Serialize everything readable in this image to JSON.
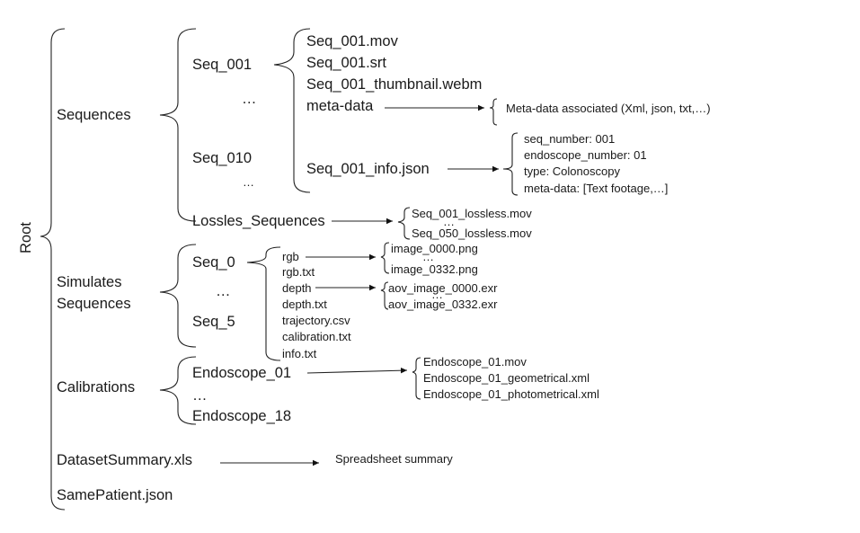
{
  "root": {
    "label": "Root",
    "sequences": {
      "label": "Sequences",
      "seq_001": {
        "label": "Seq_001",
        "files": [
          "Seq_001.mov",
          "Seq_001.srt",
          "Seq_001_thumbnail.webm",
          "meta-data",
          "Seq_001_info.json"
        ],
        "meta_data_desc": "Meta-data associated (Xml, json, txt,…)",
        "info_fields": [
          "seq_number:  001",
          "endoscope_number:  01",
          "type:  Colonoscopy",
          "meta-data: [Text footage,…]"
        ]
      },
      "ellipsis_1": "…",
      "seq_010": "Seq_010",
      "ellipsis_2": "…",
      "lossless": {
        "label": "Lossles_Sequences",
        "files": [
          "Seq_001_lossless.mov",
          "…",
          "Seq_050_lossless.mov"
        ]
      }
    },
    "simulated": {
      "label_line1": "Simulates",
      "label_line2": "Sequences",
      "seq_0": {
        "label": "Seq_0",
        "files": [
          "rgb",
          "rgb.txt",
          "depth",
          "depth.txt",
          "trajectory.csv",
          "calibration.txt",
          "info.txt"
        ],
        "rgb_images": [
          "image_0000.png",
          "…",
          "image_0332.png"
        ],
        "depth_images": [
          "aov_image_0000.exr",
          "…",
          "aov_image_0332.exr"
        ]
      },
      "ellipsis": "…",
      "seq_5": "Seq_5"
    },
    "calibrations": {
      "label": "Calibrations",
      "endoscope_01": {
        "label": "Endoscope_01",
        "files": [
          "Endoscope_01.mov",
          "Endoscope_01_geometrical.xml",
          "Endoscope_01_photometrical.xml"
        ]
      },
      "ellipsis": "…",
      "endoscope_18": "Endoscope_18"
    },
    "summary": {
      "label": "DatasetSummary.xls",
      "desc": "Spreadsheet summary"
    },
    "same_patient": "SamePatient.json"
  }
}
